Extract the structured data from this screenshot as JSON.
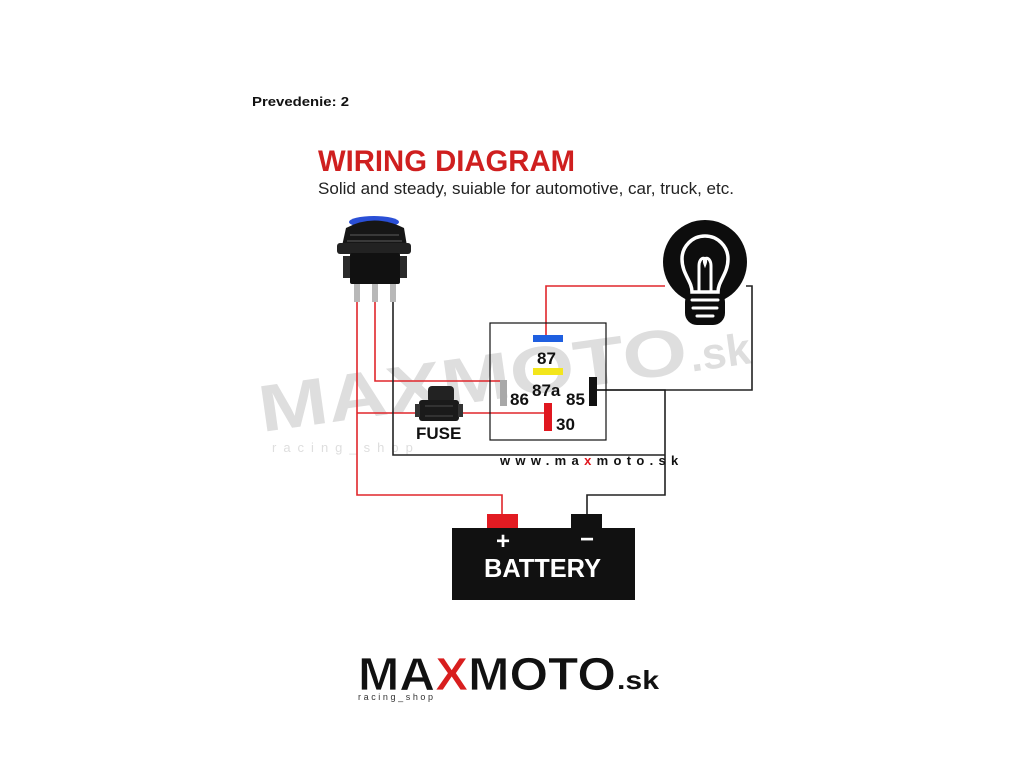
{
  "header": {
    "variant_label": "Prevedenie: 2"
  },
  "diagram": {
    "title": "WIRING DIAGRAM",
    "subtitle": "Solid and steady, suiable for automotive, car, truck, etc.",
    "relay": {
      "pin_87": "87",
      "pin_87a": "87a",
      "pin_86": "86",
      "pin_85": "85",
      "pin_30": "30"
    },
    "fuse_label": "FUSE",
    "battery": {
      "label": "BATTERY",
      "positive_sign": "+",
      "negative_sign": "−"
    },
    "website": {
      "part_1": "www.ma",
      "part_highlight": "x",
      "part_2": "moto.sk"
    }
  },
  "watermark": {
    "brand": "MAXMOTO",
    "tld": ".sk",
    "tagline": "racing_shop"
  },
  "logo": {
    "brand_part_1": "MA",
    "brand_highlight": "X",
    "brand_part_2": "MOTO",
    "tld": ".sk",
    "tagline": "racing_shop"
  },
  "icons": {
    "switch": "rocker-switch-icon",
    "bulb": "light-bulb-icon",
    "relay": "relay-icon",
    "fuse": "fuse-icon",
    "battery": "battery-icon"
  },
  "colors": {
    "title_red": "#cf1f1f",
    "wire_red": "#e0262b",
    "wire_black": "#222222",
    "relay_87_blue": "#1f5fe0",
    "relay_87a_yellow": "#f3e61c",
    "relay_86_grey": "#a8a8a8",
    "relay_85_black": "#111111",
    "relay_30_red": "#e0171f",
    "switch_light_blue": "#2a4fd6",
    "battery_positive_red": "#e21b22",
    "battery_body": "#111111",
    "watermark_grey": "#d4d4d4",
    "website_highlight_red": "#e0171f",
    "logo_highlight_red": "#d81e1e"
  }
}
